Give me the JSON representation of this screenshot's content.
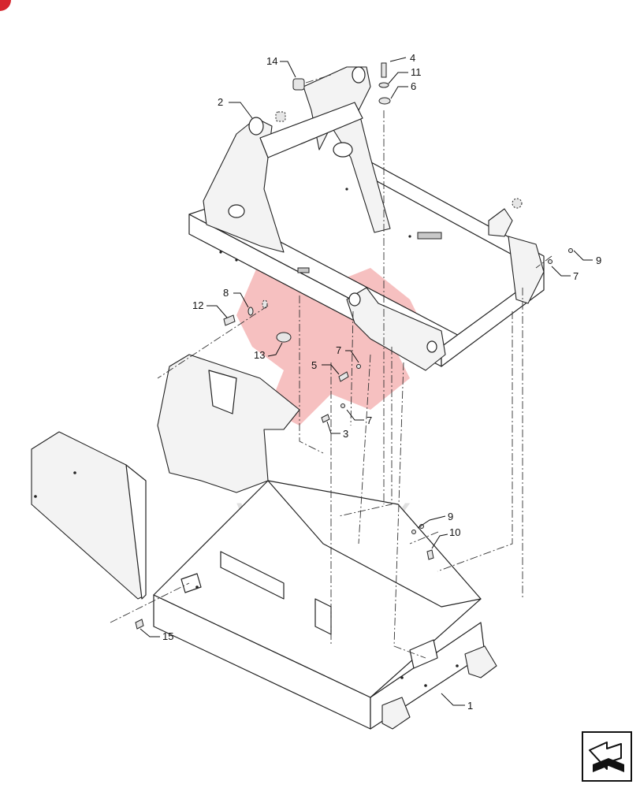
{
  "diagram": {
    "type": "exploded-parts-diagram",
    "callouts": [
      {
        "id": "c1",
        "label": "1"
      },
      {
        "id": "c2",
        "label": "2"
      },
      {
        "id": "c3",
        "label": "3"
      },
      {
        "id": "c4",
        "label": "4"
      },
      {
        "id": "c5",
        "label": "5"
      },
      {
        "id": "c6",
        "label": "6"
      },
      {
        "id": "c7a",
        "label": "7"
      },
      {
        "id": "c7b",
        "label": "7"
      },
      {
        "id": "c7c",
        "label": "7"
      },
      {
        "id": "c8",
        "label": "8"
      },
      {
        "id": "c9a",
        "label": "9"
      },
      {
        "id": "c9b",
        "label": "9"
      },
      {
        "id": "c10",
        "label": "10"
      },
      {
        "id": "c11",
        "label": "11"
      },
      {
        "id": "c12",
        "label": "12"
      },
      {
        "id": "c13",
        "label": "13"
      },
      {
        "id": "c14",
        "label": "14"
      },
      {
        "id": "c15",
        "label": "15"
      }
    ],
    "watermark_text": "VMTEX"
  },
  "colors": {
    "line": "#222222",
    "watermark": "#e64a4a",
    "badge": "#d6262e"
  },
  "icons": {
    "nav": "arrow-next-page-icon",
    "badge": "page-marker-icon"
  }
}
